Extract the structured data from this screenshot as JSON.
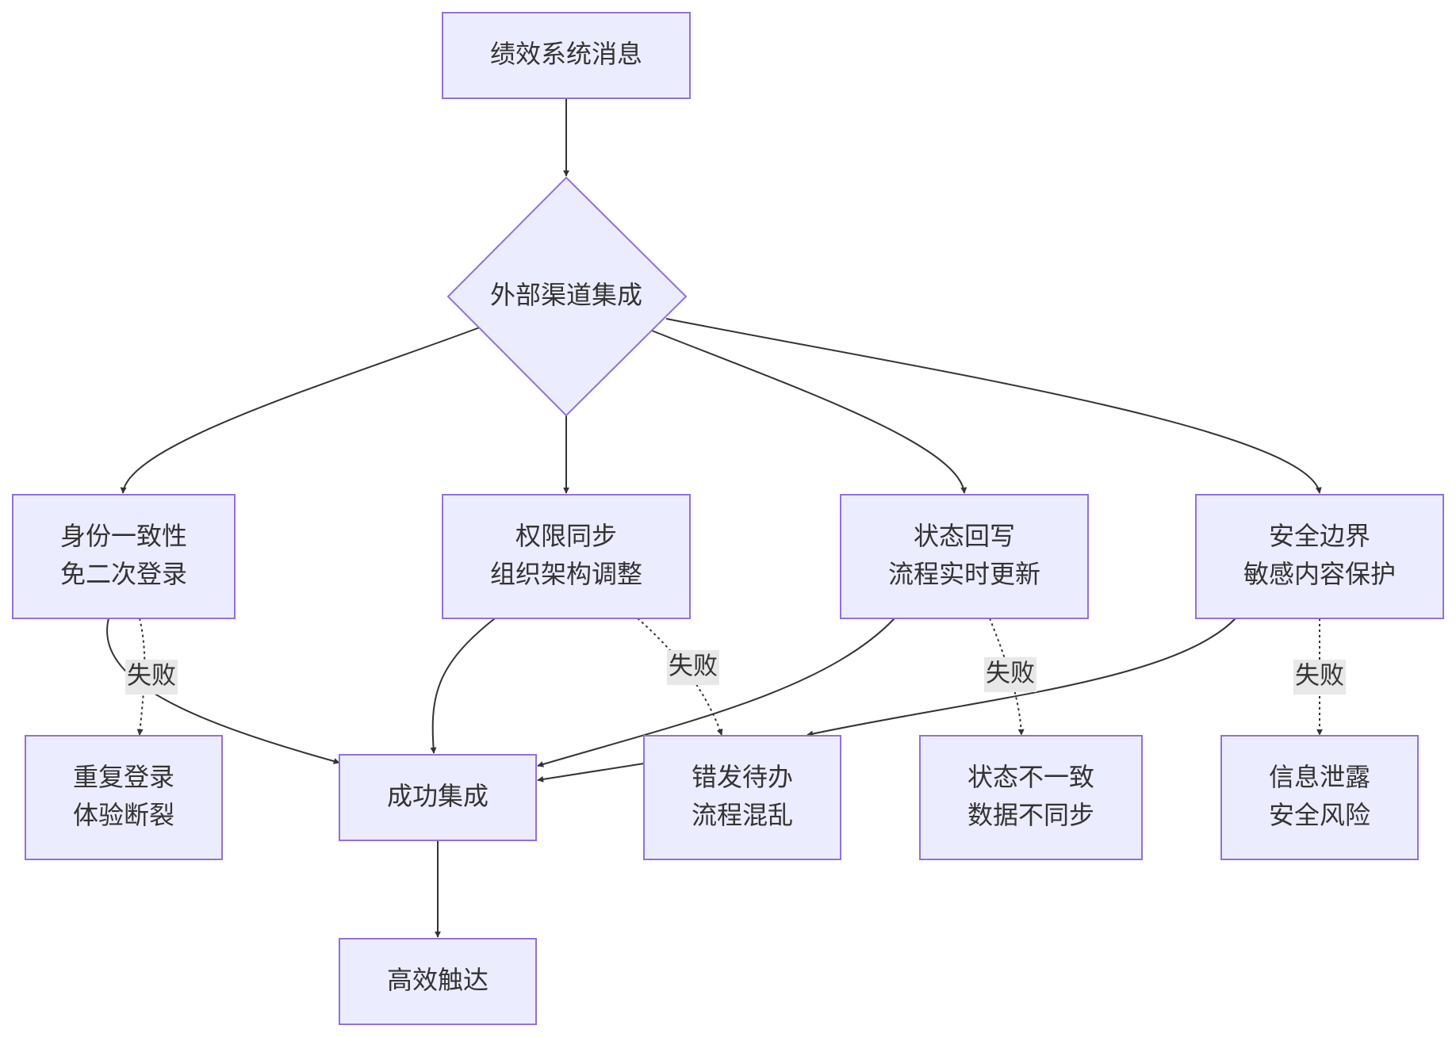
{
  "nodes": {
    "start": {
      "lines": [
        "绩效系统消息"
      ]
    },
    "decision": {
      "lines": [
        "外部渠道集成"
      ]
    },
    "identity": {
      "lines": [
        "身份一致性",
        "免二次登录"
      ]
    },
    "perm": {
      "lines": [
        "权限同步",
        "组织架构调整"
      ]
    },
    "status": {
      "lines": [
        "状态回写",
        "流程实时更新"
      ]
    },
    "security": {
      "lines": [
        "安全边界",
        "敏感内容保护"
      ]
    },
    "relogin": {
      "lines": [
        "重复登录",
        "体验断裂"
      ]
    },
    "success": {
      "lines": [
        "成功集成"
      ]
    },
    "wrongtodo": {
      "lines": [
        "错发待办",
        "流程混乱"
      ]
    },
    "inconsist": {
      "lines": [
        "状态不一致",
        "数据不同步"
      ]
    },
    "leak": {
      "lines": [
        "信息泄露",
        "安全风险"
      ]
    },
    "reach": {
      "lines": [
        "高效触达"
      ]
    }
  },
  "edge_labels": {
    "fail_identity": "失败",
    "fail_perm": "失败",
    "fail_status": "失败",
    "fail_security": "失败"
  },
  "colors": {
    "node_fill": "#ECECFF",
    "node_stroke": "#9370DB",
    "edge": "#333333",
    "label_bg": "#e8e8e8"
  }
}
